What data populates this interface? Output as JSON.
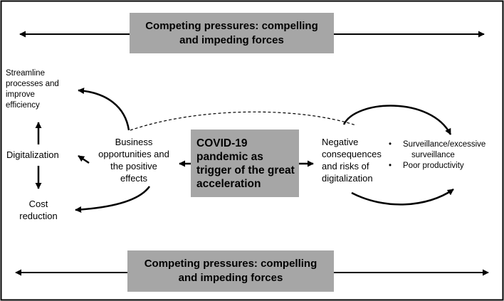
{
  "top_banner": {
    "line1": "Competing pressures: compelling",
    "line2": "and impeding forces"
  },
  "bottom_banner": {
    "line1": "Competing pressures: compelling",
    "line2": "and impeding forces"
  },
  "center": {
    "line1": "COVID-19",
    "line2": "pandemic as",
    "line3": "trigger of the great",
    "line4": "acceleration"
  },
  "left_node": {
    "line1": "Business",
    "line2": "opportunities and",
    "line3": "the positive",
    "line4": "effects"
  },
  "right_node": {
    "line1": "Negative",
    "line2": "consequences",
    "line3": "and risks of",
    "line4": "digitalization"
  },
  "streamline": {
    "line1": "Streamline",
    "line2": "processes and",
    "line3": "improve",
    "line4": "efficiency"
  },
  "digitalization": "Digitalization",
  "cost": {
    "line1": "Cost",
    "line2": "reduction"
  },
  "risks": {
    "bullet": "•",
    "item1_line1": "Surveillance/excessive",
    "item1_line2": "surveillance",
    "item2": "Poor productivity"
  }
}
